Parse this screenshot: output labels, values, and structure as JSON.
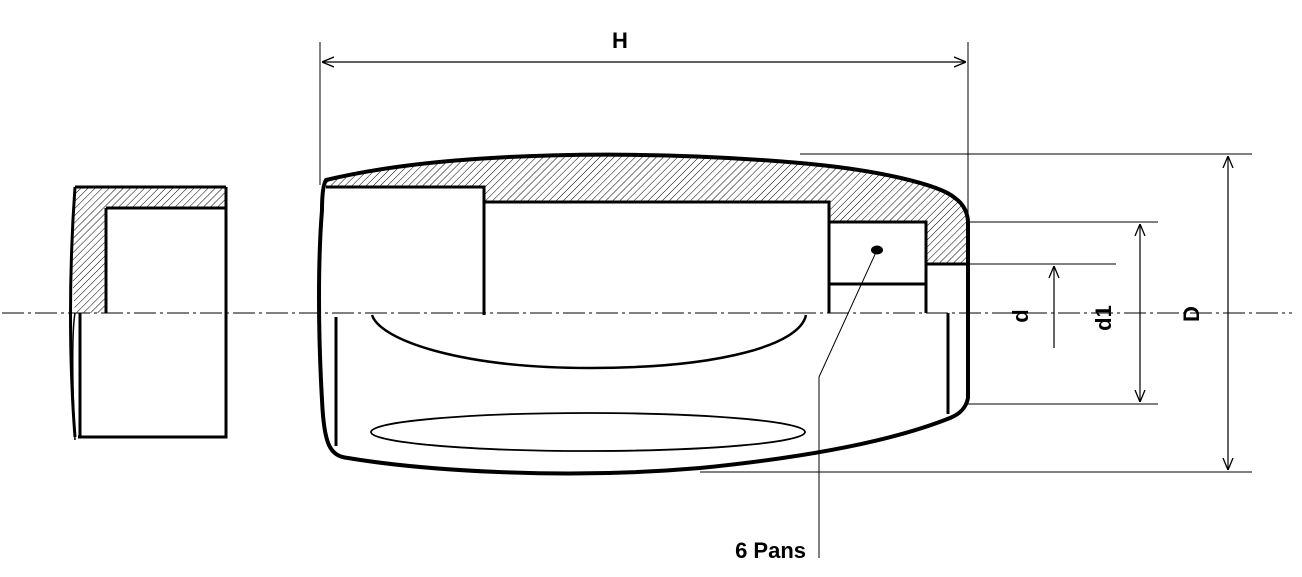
{
  "labels": {
    "height": "H",
    "outer_diameter": "D",
    "bore_diameter": "d1",
    "hex_diameter": "d",
    "hex_callout": "6 Pans"
  }
}
